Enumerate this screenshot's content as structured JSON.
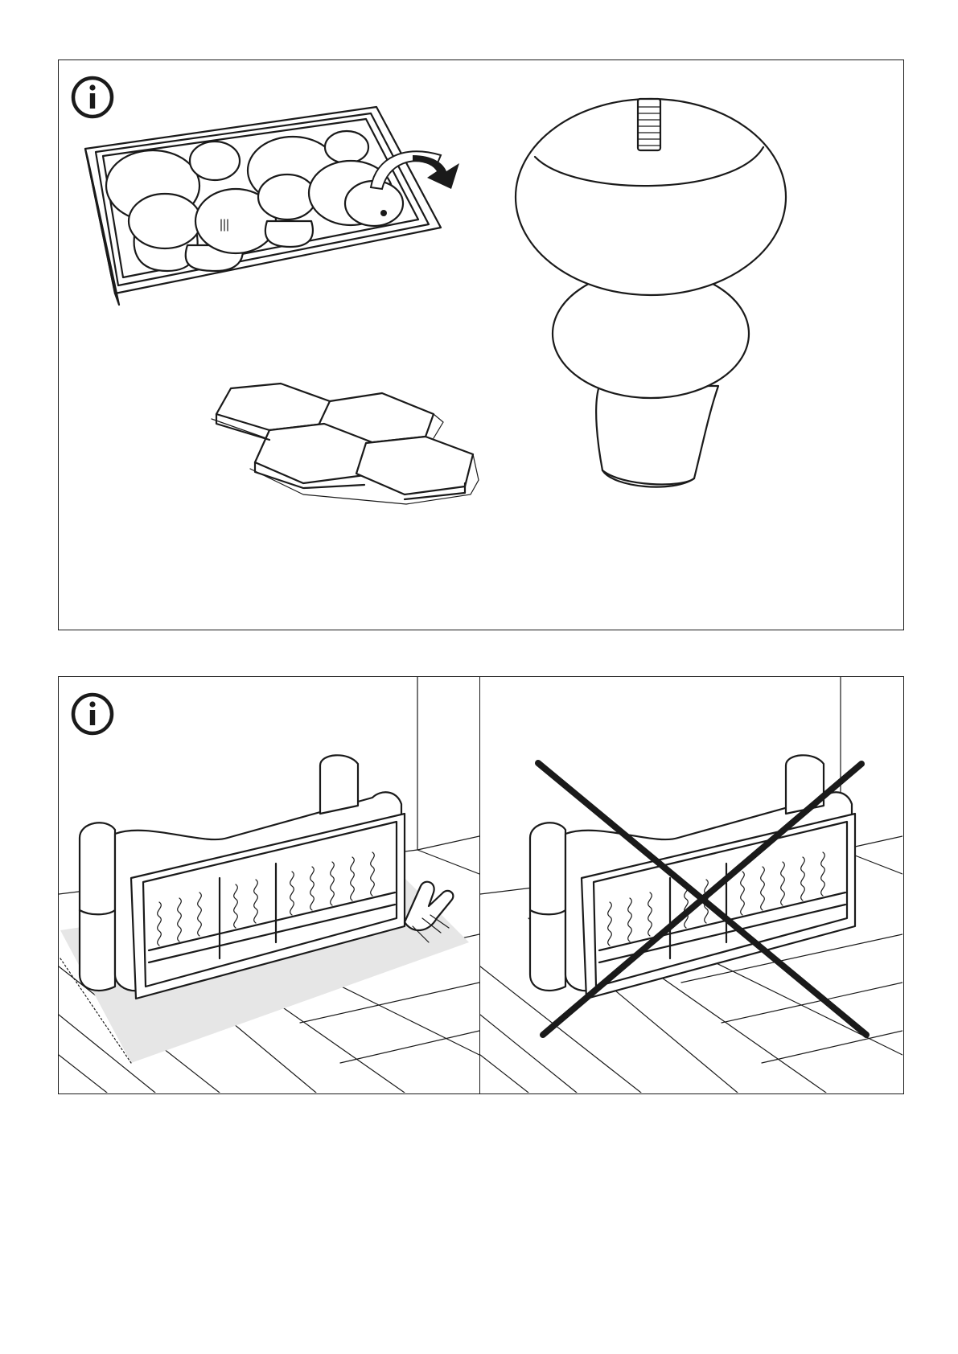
{
  "page": {
    "background": "#ffffff",
    "line_color": "#1a1a1a",
    "rug_color": "#e6e6e6"
  },
  "panels": [
    {
      "id": "leg-packaging",
      "icon": "info-icon",
      "contents": [
        "box-of-legs",
        "protective-felt-pads",
        "single-leg"
      ]
    },
    {
      "id": "sofa-upside-down-correct",
      "icon": "info-icon",
      "contents": [
        "sofa-on-rug",
        "hand-pointing-rug-icon"
      ]
    },
    {
      "id": "sofa-upside-down-wrong",
      "contents": [
        "sofa-on-bare-floor",
        "cross-mark"
      ]
    }
  ]
}
